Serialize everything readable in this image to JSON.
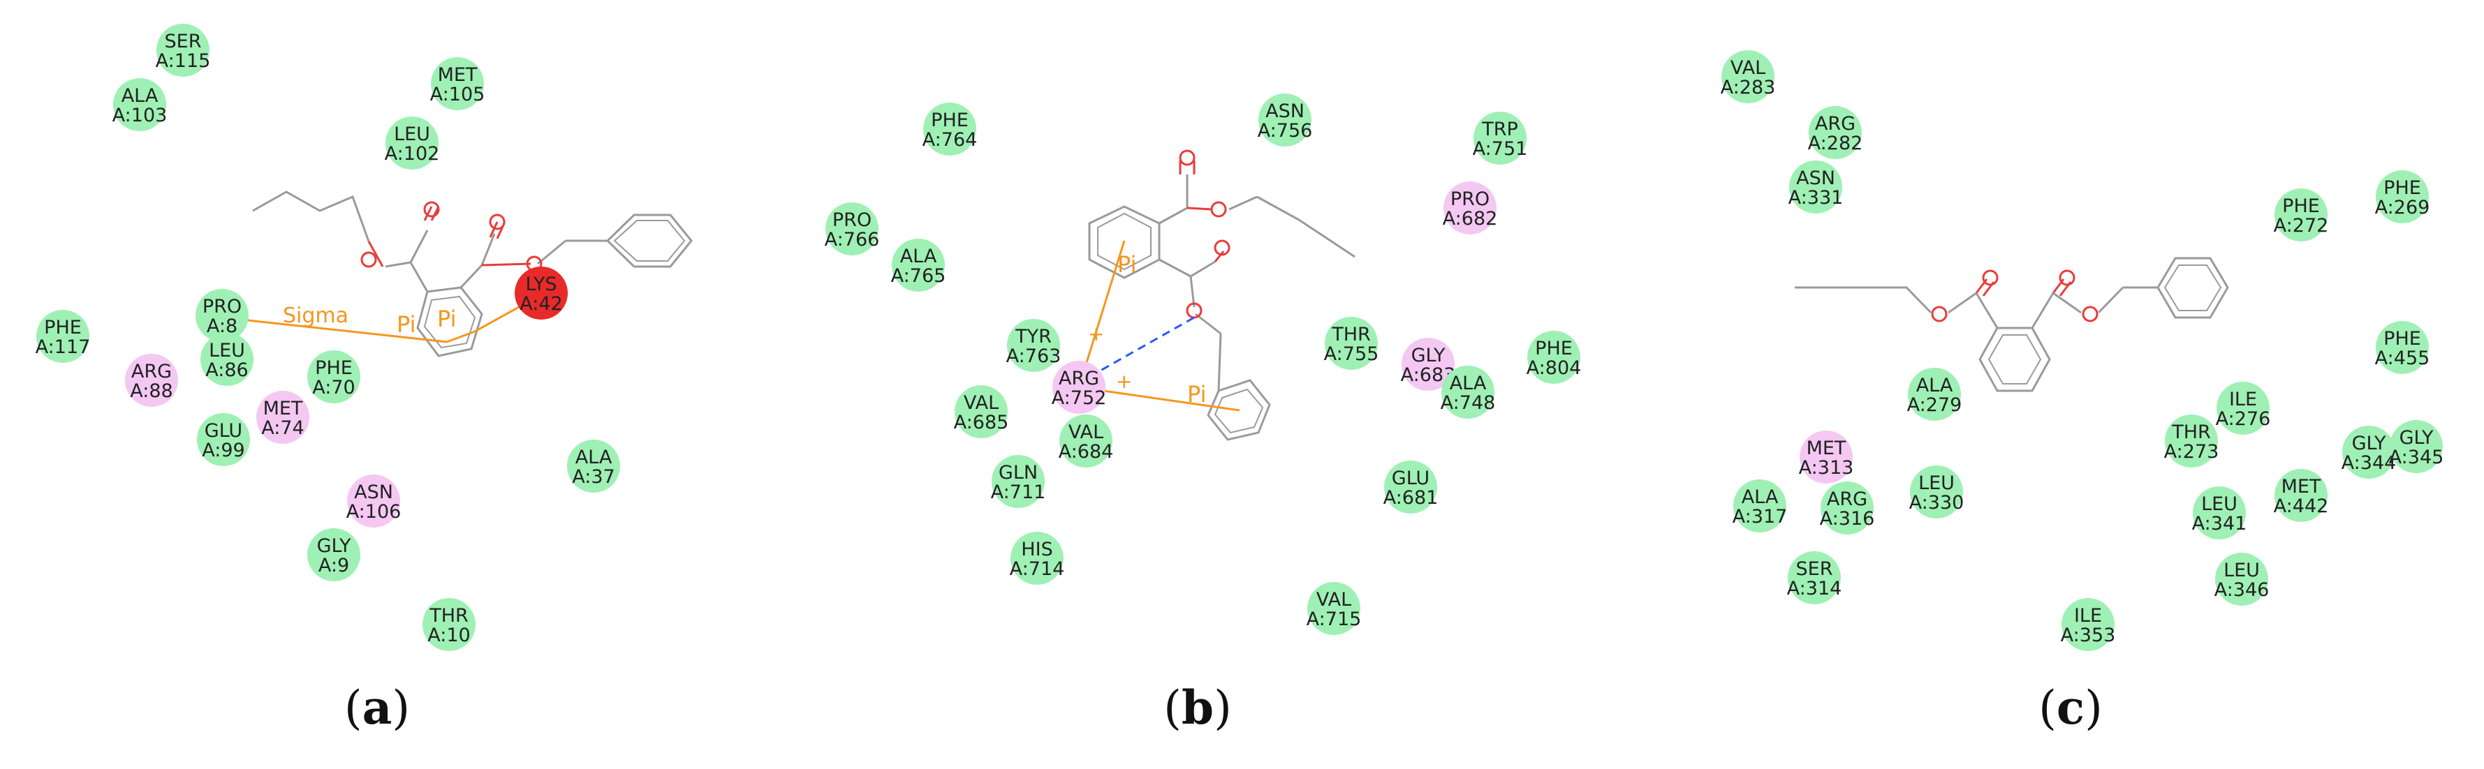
{
  "panels": [
    {
      "id": "a",
      "caption_letter": "a",
      "residues": [
        {
          "name": "SER",
          "num": "A:115",
          "kind": "vdw"
        },
        {
          "name": "ALA",
          "num": "A:103",
          "kind": "vdw"
        },
        {
          "name": "MET",
          "num": "A:105",
          "kind": "vdw"
        },
        {
          "name": "LEU",
          "num": "A:102",
          "kind": "vdw"
        },
        {
          "name": "LYS",
          "num": "A:42",
          "kind": "unfavorable"
        },
        {
          "name": "PRO",
          "num": "A:8",
          "kind": "vdw"
        },
        {
          "name": "LEU",
          "num": "A:86",
          "kind": "vdw"
        },
        {
          "name": "PHE",
          "num": "A:117",
          "kind": "vdw"
        },
        {
          "name": "ARG",
          "num": "A:88",
          "kind": "pi"
        },
        {
          "name": "PHE",
          "num": "A:70",
          "kind": "vdw"
        },
        {
          "name": "MET",
          "num": "A:74",
          "kind": "pi"
        },
        {
          "name": "GLU",
          "num": "A:99",
          "kind": "vdw"
        },
        {
          "name": "ALA",
          "num": "A:37",
          "kind": "vdw"
        },
        {
          "name": "ASN",
          "num": "A:106",
          "kind": "pi"
        },
        {
          "name": "GLY",
          "num": "A:9",
          "kind": "vdw"
        },
        {
          "name": "THR",
          "num": "A:10",
          "kind": "vdw"
        }
      ],
      "interaction_labels": [
        "Sigma",
        "Pi",
        "Pi"
      ]
    },
    {
      "id": "b",
      "caption_letter": "b",
      "residues": [
        {
          "name": "PHE",
          "num": "A:764",
          "kind": "vdw"
        },
        {
          "name": "ASN",
          "num": "A:756",
          "kind": "vdw"
        },
        {
          "name": "TRP",
          "num": "A:751",
          "kind": "vdw"
        },
        {
          "name": "PRO",
          "num": "A:682",
          "kind": "pi"
        },
        {
          "name": "PRO",
          "num": "A:766",
          "kind": "vdw"
        },
        {
          "name": "ALA",
          "num": "A:765",
          "kind": "vdw"
        },
        {
          "name": "TYR",
          "num": "A:763",
          "kind": "vdw"
        },
        {
          "name": "ARG",
          "num": "A:752",
          "kind": "pi"
        },
        {
          "name": "THR",
          "num": "A:755",
          "kind": "vdw"
        },
        {
          "name": "GLY",
          "num": "A:683",
          "kind": "pi"
        },
        {
          "name": "ALA",
          "num": "A:748",
          "kind": "vdw"
        },
        {
          "name": "PHE",
          "num": "A:804",
          "kind": "vdw"
        },
        {
          "name": "VAL",
          "num": "A:685",
          "kind": "vdw"
        },
        {
          "name": "VAL",
          "num": "A:684",
          "kind": "vdw"
        },
        {
          "name": "GLN",
          "num": "A:711",
          "kind": "vdw"
        },
        {
          "name": "GLU",
          "num": "A:681",
          "kind": "vdw"
        },
        {
          "name": "HIS",
          "num": "A:714",
          "kind": "vdw"
        },
        {
          "name": "VAL",
          "num": "A:715",
          "kind": "vdw"
        }
      ],
      "interaction_labels": [
        "Pi",
        "+",
        "+",
        "Pi"
      ]
    },
    {
      "id": "c",
      "caption_letter": "c",
      "residues": [
        {
          "name": "VAL",
          "num": "A:283",
          "kind": "vdw"
        },
        {
          "name": "ARG",
          "num": "A:282",
          "kind": "vdw"
        },
        {
          "name": "ASN",
          "num": "A:331",
          "kind": "vdw"
        },
        {
          "name": "PHE",
          "num": "A:272",
          "kind": "vdw"
        },
        {
          "name": "PHE",
          "num": "A:269",
          "kind": "vdw"
        },
        {
          "name": "PHE",
          "num": "A:455",
          "kind": "vdw"
        },
        {
          "name": "ALA",
          "num": "A:279",
          "kind": "vdw"
        },
        {
          "name": "ILE",
          "num": "A:276",
          "kind": "vdw"
        },
        {
          "name": "THR",
          "num": "A:273",
          "kind": "vdw"
        },
        {
          "name": "GLY",
          "num": "A:344",
          "kind": "vdw"
        },
        {
          "name": "GLY",
          "num": "A:345",
          "kind": "vdw"
        },
        {
          "name": "MET",
          "num": "A:313",
          "kind": "pi"
        },
        {
          "name": "ALA",
          "num": "A:317",
          "kind": "vdw"
        },
        {
          "name": "ARG",
          "num": "A:316",
          "kind": "vdw"
        },
        {
          "name": "LEU",
          "num": "A:330",
          "kind": "vdw"
        },
        {
          "name": "LEU",
          "num": "A:341",
          "kind": "vdw"
        },
        {
          "name": "MET",
          "num": "A:442",
          "kind": "vdw"
        },
        {
          "name": "SER",
          "num": "A:314",
          "kind": "vdw"
        },
        {
          "name": "LEU",
          "num": "A:346",
          "kind": "vdw"
        },
        {
          "name": "ILE",
          "num": "A:353",
          "kind": "vdw"
        }
      ],
      "interaction_labels": []
    }
  ],
  "colors": {
    "vdw": "#9ff0b4",
    "pi": "#f4c8f2",
    "unfavorable": "#e82a2a",
    "bond": "#9a9a9a",
    "oxygen": "#ea3b3b",
    "interaction": "#f5961e",
    "hbond": "#2b57ff"
  }
}
